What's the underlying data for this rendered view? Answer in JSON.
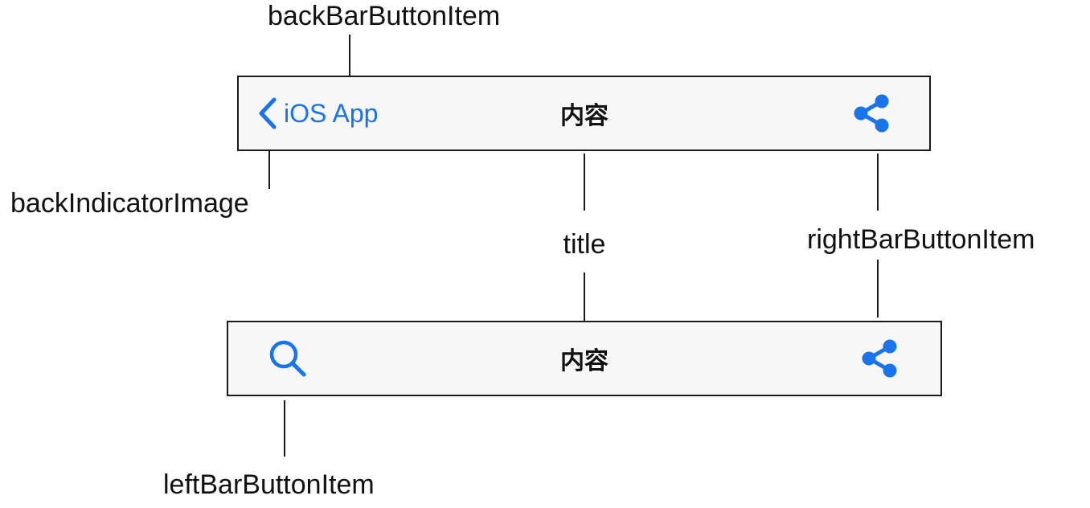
{
  "annotations": {
    "back_bar_button_item": "backBarButtonItem",
    "back_indicator_image": "backIndicatorImage",
    "title": "title",
    "right_bar_button_item": "rightBarButtonItem",
    "left_bar_button_item": "leftBarButtonItem"
  },
  "navbar_top": {
    "back_label": "iOS App",
    "title": "内容",
    "back_icon": "chevron-left-icon",
    "right_icon": "share-icon"
  },
  "navbar_bottom": {
    "title": "内容",
    "left_icon": "search-icon",
    "right_icon": "share-icon"
  },
  "colors": {
    "tint": "#1a73e8",
    "bar_background": "#f7f7f7",
    "bar_border": "#1a1a1a",
    "text": "#111111"
  }
}
